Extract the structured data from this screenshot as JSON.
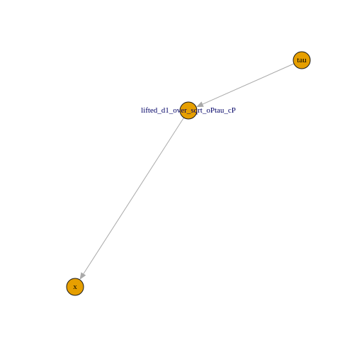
{
  "graph": {
    "nodes": [
      {
        "id": "tau",
        "label": "tau",
        "fill": "#E69F00",
        "label_color": "#000000"
      },
      {
        "id": "lifted",
        "label": "lifted_d1_over_sqrt_oPtau_cP",
        "fill": "#E69F00",
        "label_color": "#000066"
      },
      {
        "id": "x",
        "label": "x",
        "fill": "#E69F00",
        "label_color": "#000000"
      }
    ],
    "edges": [
      {
        "from": "tau",
        "to": "lifted",
        "color": "#A9A9A9"
      },
      {
        "from": "lifted",
        "to": "x",
        "color": "#A9A9A9"
      }
    ]
  }
}
